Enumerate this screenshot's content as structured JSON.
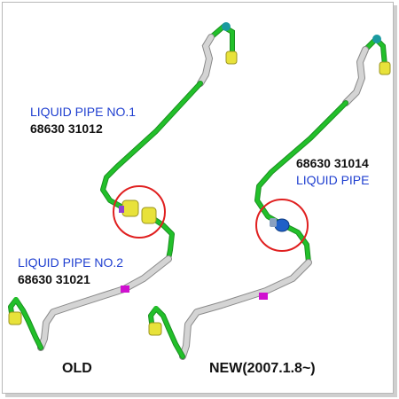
{
  "labels": {
    "old_pipe_1_name": "LIQUID PIPE NO.1",
    "old_pipe_1_part": "68630 31012",
    "old_pipe_2_name": "LIQUID PIPE NO.2",
    "old_pipe_2_part": "68630 31021",
    "new_pipe_part": "68630 31014",
    "new_pipe_name": "LIQUID PIPE",
    "old_caption": "OLD",
    "new_caption": "NEW(2007.1.8~)"
  },
  "colors": {
    "pipe_green": "#22c02a",
    "pipe_gray": "#d4d4d4",
    "fitting_yellow": "#e8e23a",
    "joint_magenta": "#d010d0",
    "connector_blue": "#2060c8",
    "highlight_circle": "#e02020",
    "label_blue": "#1f3fd0"
  }
}
